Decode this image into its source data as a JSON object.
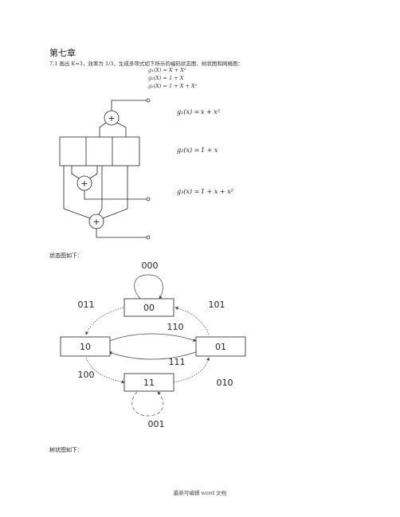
{
  "chapter_title": "第七章",
  "problem_text": "7.1 画出 K=3，效率为 1/3，生成多项式如下所示的编码状态图、树状图和网格图：",
  "polynomials_header": [
    "g₁(X) = X + X²",
    "g₂(X) = 1 + X",
    "g₃(X) = 1 + X + X²"
  ],
  "encoder": {
    "adder_symbol": "+",
    "formulas": [
      {
        "lhs": "g₁(x) = ",
        "rhs": "x + x²"
      },
      {
        "lhs": "g₂(x) = ",
        "rhs": "1 + x"
      },
      {
        "lhs": "g₃(x) = ",
        "rhs": "1 + x + x²"
      }
    ]
  },
  "state_diagram_label": "状态图如下：",
  "state_diagram": {
    "states": [
      "00",
      "10",
      "01",
      "11"
    ],
    "transitions": [
      "000",
      "011",
      "101",
      "110",
      "111",
      "100",
      "010",
      "001"
    ]
  },
  "tree_diagram_label": "树状图如下：",
  "footer": "最新可编辑 word 文档"
}
